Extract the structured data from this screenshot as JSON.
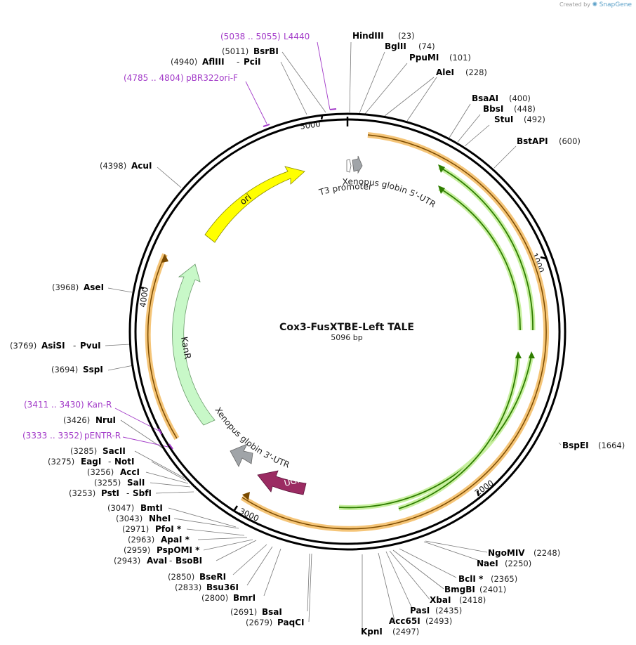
{
  "watermark": {
    "prefix": "Created by",
    "brand": "SnapGene"
  },
  "plasmid": {
    "name": "Cox3-FusXTBE-Left TALE",
    "length": "5096 bp"
  },
  "ruler_ticks": [
    "1000",
    "2000",
    "3000",
    "4000",
    "5000"
  ],
  "features": {
    "t3": "T3 promoter",
    "utr5": "Xenopus globin 5'-UTR",
    "utr3": "Xenopus globin 3'-UTR",
    "ugi": "UGI",
    "kanr": "KanR",
    "ori": "ori"
  },
  "sites": [
    {
      "id": "hindiii",
      "name": "HindIII",
      "pos": "(23)"
    },
    {
      "id": "bglii",
      "name": "BglII",
      "pos": "(74)"
    },
    {
      "id": "ppumi",
      "name": "PpuMI",
      "pos": "(101)"
    },
    {
      "id": "alei",
      "name": "AleI",
      "pos": "(228)"
    },
    {
      "id": "bsaai",
      "name": "BsaAI",
      "pos": "(400)"
    },
    {
      "id": "bbsi",
      "name": "BbsI",
      "pos": "(448)"
    },
    {
      "id": "stui",
      "name": "StuI",
      "pos": "(492)"
    },
    {
      "id": "bstapi",
      "name": "BstAPI",
      "pos": "(600)"
    },
    {
      "id": "bspei",
      "name": "BspEI",
      "pos": "(1664)"
    },
    {
      "id": "ngomiv",
      "name": "NgoMIV",
      "pos": "(2248)"
    },
    {
      "id": "naei",
      "name": "NaeI",
      "pos": "(2250)"
    },
    {
      "id": "bcli",
      "name": "BclI *",
      "pos": "(2365)"
    },
    {
      "id": "bmgbi",
      "name": "BmgBI",
      "pos": "(2401)"
    },
    {
      "id": "xbai",
      "name": "XbaI",
      "pos": "(2418)"
    },
    {
      "id": "pasi",
      "name": "PasI",
      "pos": "(2435)"
    },
    {
      "id": "acc65i",
      "name": "Acc65I",
      "pos": "(2493)"
    },
    {
      "id": "kpni",
      "name": "KpnI",
      "pos": "(2497)"
    },
    {
      "id": "bsai",
      "name": "BsaI",
      "pos": "(2691)"
    },
    {
      "id": "paqci",
      "name": "PaqCI",
      "pos": "(2679)"
    },
    {
      "id": "bmri",
      "name": "BmrI",
      "pos": "(2800)"
    },
    {
      "id": "bsu36i",
      "name": "Bsu36I",
      "pos": "(2833)"
    },
    {
      "id": "bseri",
      "name": "BseRI",
      "pos": "(2850)"
    },
    {
      "id": "avai",
      "name": "AvaI",
      "pos": "(2943)"
    },
    {
      "id": "bsobi",
      "name": "BsoBI",
      "pos": ""
    },
    {
      "id": "pspomi",
      "name": "PspOMI *",
      "pos": "(2959)"
    },
    {
      "id": "apai",
      "name": "ApaI *",
      "pos": "(2963)"
    },
    {
      "id": "pfoi",
      "name": "PfoI *",
      "pos": "(2971)"
    },
    {
      "id": "nhei",
      "name": "NheI",
      "pos": "(3043)"
    },
    {
      "id": "bmti",
      "name": "BmtI",
      "pos": "(3047)"
    },
    {
      "id": "psti",
      "name": "PstI",
      "pos": "(3253)"
    },
    {
      "id": "sbfi",
      "name": "SbfI",
      "pos": ""
    },
    {
      "id": "sali",
      "name": "SalI",
      "pos": "(3255)"
    },
    {
      "id": "acci",
      "name": "AccI",
      "pos": "(3256)"
    },
    {
      "id": "eagi",
      "name": "EagI",
      "pos": "(3275)"
    },
    {
      "id": "noti",
      "name": "NotI",
      "pos": ""
    },
    {
      "id": "sacii",
      "name": "SacII",
      "pos": "(3285)"
    },
    {
      "id": "nrui",
      "name": "NruI",
      "pos": "(3426)"
    },
    {
      "id": "sspi",
      "name": "SspI",
      "pos": "(3694)"
    },
    {
      "id": "asisi",
      "name": "AsiSI",
      "pos": "(3769)"
    },
    {
      "id": "pvui",
      "name": "PvuI",
      "pos": ""
    },
    {
      "id": "asei",
      "name": "AseI",
      "pos": "(3968)"
    },
    {
      "id": "acui",
      "name": "AcuI",
      "pos": "(4398)"
    },
    {
      "id": "afliii",
      "name": "AflIII",
      "pos": "(4940)"
    },
    {
      "id": "pcii",
      "name": "PciI",
      "pos": ""
    },
    {
      "id": "bsrbi",
      "name": "BsrBI",
      "pos": "(5011)"
    }
  ],
  "primers": [
    {
      "id": "l4440",
      "name": "L4440",
      "range": "(5038 .. 5055)"
    },
    {
      "id": "pbr322ori",
      "name": "pBR322ori-F",
      "range": "(4785 .. 4804)"
    },
    {
      "id": "kanr_primer",
      "name": "Kan-R",
      "range": "(3411 .. 3430)"
    },
    {
      "id": "pentr",
      "name": "pENTR-R",
      "range": "(3333 .. 3352)"
    }
  ],
  "colors": {
    "backbone": "#000000",
    "orf": "#f5c578",
    "orf_inner": "#7a4a00",
    "tale": "#2e7d00",
    "tale_halo": "#c8f0a0",
    "ori": "#ffff00",
    "kanr": "#c8f8c8",
    "ugi": "#9b2b62",
    "utr": "#a0a4a8",
    "primer": "#a23ac8"
  }
}
